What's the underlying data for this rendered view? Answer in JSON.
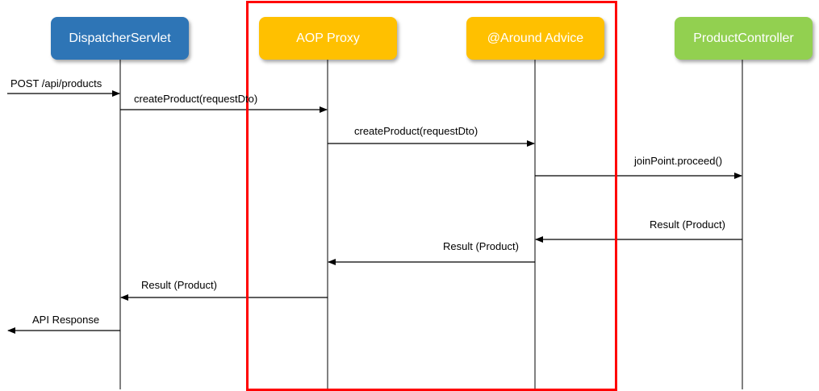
{
  "participants": [
    {
      "label": "DispatcherServlet",
      "color": "#2e75b6"
    },
    {
      "label": "AOP Proxy",
      "color": "#ffc000"
    },
    {
      "label": "@Around Advice",
      "color": "#ffc000"
    },
    {
      "label": "ProductController",
      "color": "#92d050"
    }
  ],
  "messages": {
    "m1": "POST /api/products",
    "m2": "createProduct(requestDto)",
    "m3": "createProduct(requestDto)",
    "m4": "joinPoint.proceed()",
    "m5": "Result (Product)",
    "m6": "Result (Product)",
    "m7": "Result (Product)",
    "m8": "API Response"
  },
  "highlight_color": "#ff0000"
}
